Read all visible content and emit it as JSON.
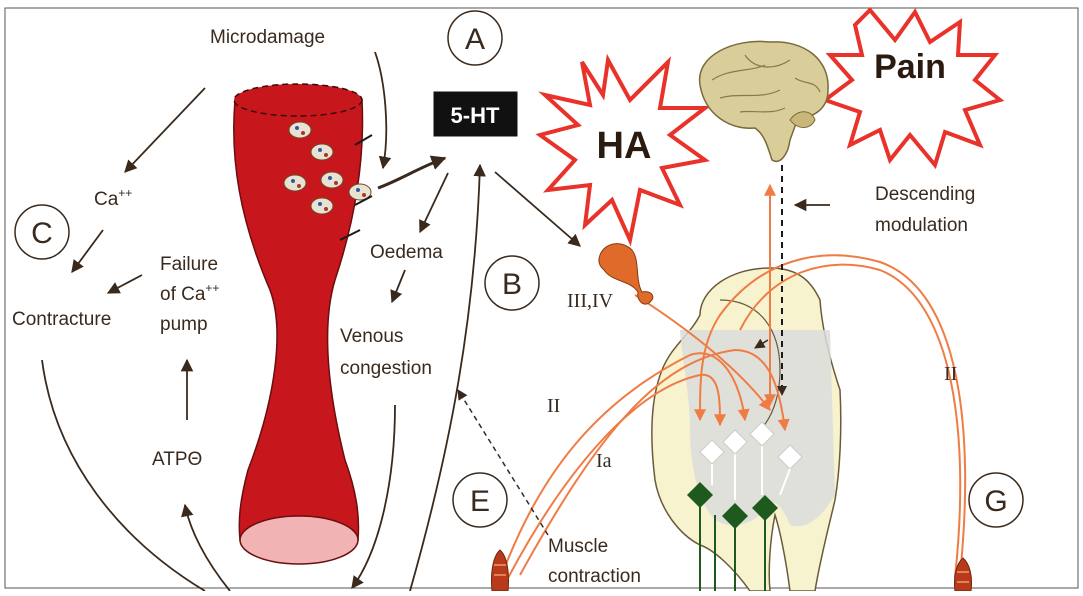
{
  "labels": {
    "microdamage": "Microdamage",
    "ca": "Ca",
    "ca_sup": "++",
    "contracture": "Contracture",
    "failure_1": "Failure",
    "failure_2": "of Ca",
    "failure_2_sup": "++",
    "failure_3": "pump",
    "atp": "ATPΘ",
    "oedema": "Oedema",
    "venous_1": "Venous",
    "venous_2": "congestion",
    "muscle_1": "Muscle",
    "muscle_2": "contraction",
    "descending_1": "Descending",
    "descending_2": "modulation",
    "fibers_34": "III,IV",
    "fiber_2_left": "II",
    "fiber_2_right": "II",
    "fiber_1a": "Ia",
    "serotonin": "5-HT",
    "ha": "HA",
    "pain": "Pain"
  },
  "circles": {
    "a": "A",
    "b": "B",
    "c": "C",
    "e": "E",
    "g": "G"
  },
  "colors": {
    "vessel": "#c8161d",
    "vessel_lumen": "#f1b3b4",
    "arrow": "#3a2a1e",
    "nerve": "#f07c45",
    "burst_stroke": "#e8322a",
    "cord_fill": "#f8f3cf",
    "grey_matter": "#dcdcdc",
    "motor": "#1e5a1e"
  }
}
